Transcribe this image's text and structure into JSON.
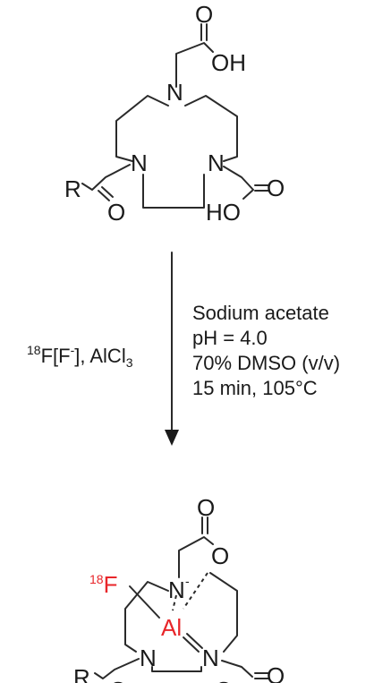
{
  "reactant": {
    "atoms": {
      "n_top": "N",
      "n_left": "N",
      "n_right": "N",
      "r_group": "R",
      "o_keto": "O",
      "o_acid_top": "O",
      "oh_top": "OH",
      "o_acid_right": "O",
      "ho_right": "HO"
    }
  },
  "conditions": {
    "reagent_iso": "18",
    "reagent_f": "F[F",
    "reagent_minus": "-",
    "reagent_mid": "], AlCl",
    "reagent_sub": "3",
    "lines": [
      "Sodium acetate",
      "pH = 4.0",
      "70% DMSO (v/v)",
      "15 min, 105°C"
    ]
  },
  "product": {
    "atoms": {
      "f_iso": "18",
      "f_label": "F",
      "al": "Al",
      "n_top": "N",
      "n_top_charge": "-",
      "n_left": "N",
      "n_right": "N",
      "r_group": "R",
      "o_top": "O",
      "o_ring": "O",
      "o_right": "O",
      "o_bottom_left": "O",
      "o_bottom_right": "O"
    }
  },
  "colors": {
    "line": "#2a2a2a",
    "text": "#1a1a1a",
    "highlight": "#e8262a"
  }
}
